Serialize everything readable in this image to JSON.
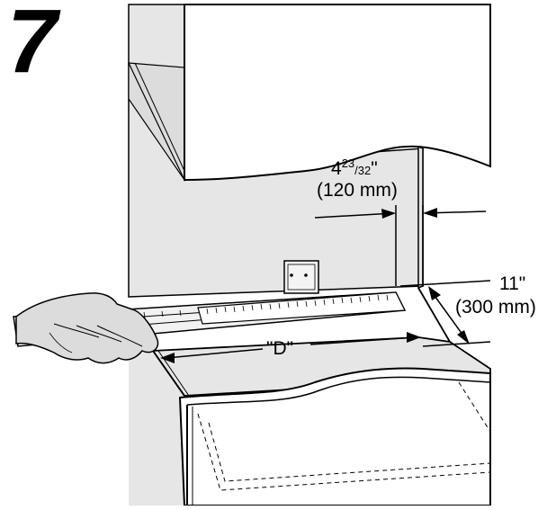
{
  "step_number": "7",
  "dimension_width": {
    "whole": "4",
    "numerator": "23",
    "denominator": "/32",
    "unit_inch": "\"",
    "metric": "(120 mm)"
  },
  "dimension_depth": {
    "imperial": "11\"",
    "metric": "(300 mm)"
  },
  "dimension_d_label": "\"D\"",
  "colors": {
    "panel": "#e6e6e6",
    "cabinet": "#ffffff",
    "line": "#000000"
  },
  "icons": [
    "hand-with-ruler",
    "mounting-bracket",
    "dimension-arrow"
  ]
}
